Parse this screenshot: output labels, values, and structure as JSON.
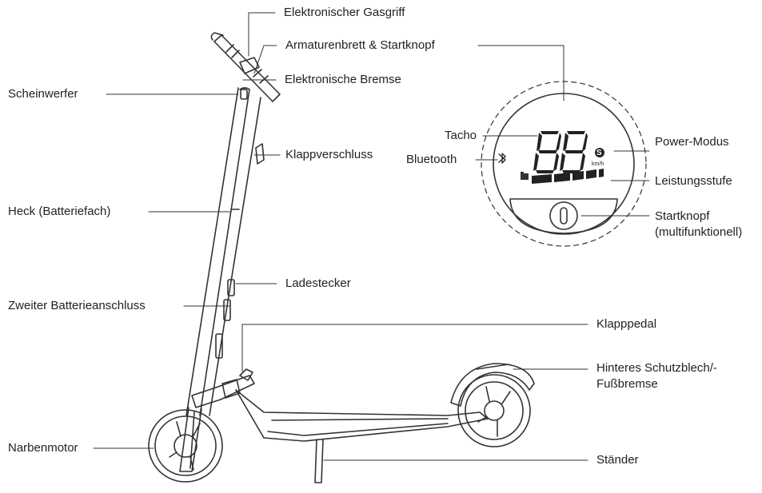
{
  "labels": {
    "electronic_throttle": "Elektronischer Gasgriff",
    "dashboard_power_button": "Armaturenbrett & Startknopf",
    "electronic_brake": "Elektronische Bremse",
    "headlight": "Scheinwerfer",
    "folding_latch": "Klappverschluss",
    "rear_battery": "Heck (Batteriefach)",
    "charging_port": "Ladestecker",
    "second_battery_port": "Zweiter Batterieanschluss",
    "folding_pedal": "Klapppedal",
    "rear_fender_line1": "Hinteres Schutzblech/-",
    "rear_fender_line2": "Fußbremse",
    "hub_motor": "Narbenmotor",
    "kickstand": "Ständer",
    "speedometer": "Tacho",
    "bluetooth": "Bluetooth",
    "power_mode": "Power-Modus",
    "power_level": "Leistungsstufe",
    "power_button_line1": "Startknopf",
    "power_button_line2": "(multifunktionell)"
  },
  "display": {
    "speed_digits": "88",
    "unit": "km/h",
    "mode_letter": "S"
  },
  "colors": {
    "line": "#333333",
    "text": "#222222"
  }
}
